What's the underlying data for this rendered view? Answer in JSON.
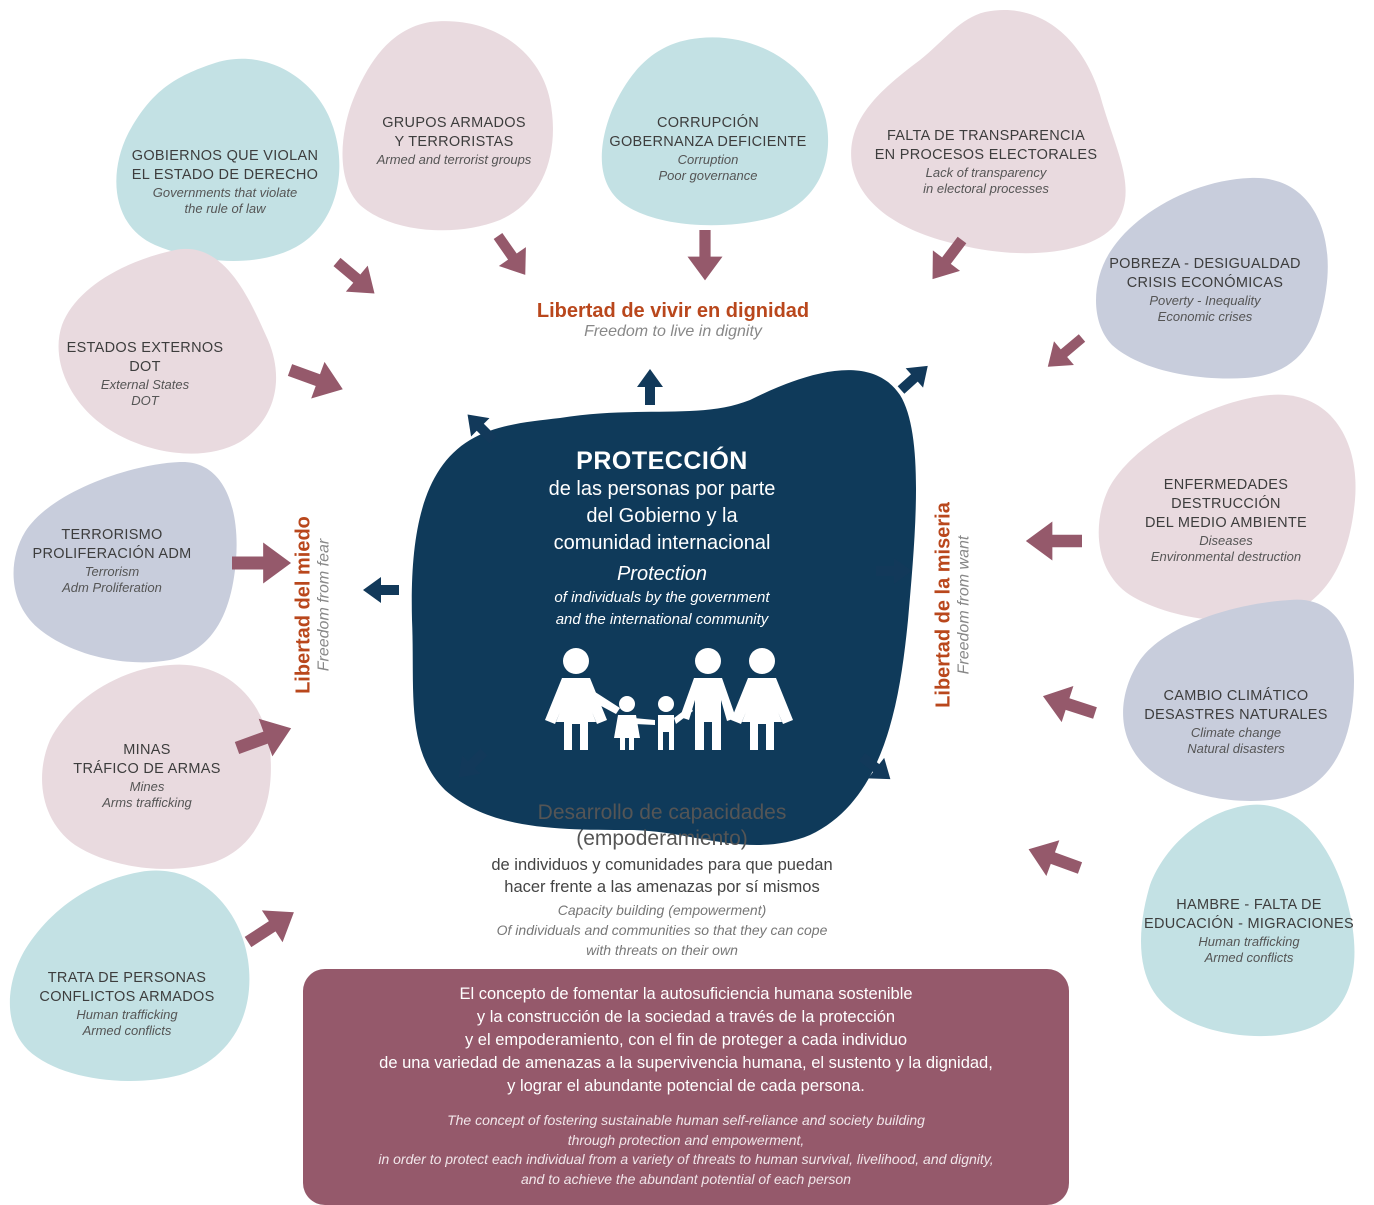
{
  "colors": {
    "teal_blob": "#c3e1e4",
    "pink_blob": "#e9dadf",
    "lavender_blob": "#c8cddc",
    "center_navy": "#0f3a5a",
    "arrow_plum": "#95596b",
    "arrow_navy": "#12395a",
    "accent_orange": "#b9471c"
  },
  "threats": [
    {
      "id": "governments",
      "es": [
        "GOBIERNOS QUE VIOLAN",
        "EL ESTADO DE DERECHO"
      ],
      "en": [
        "Governments that violate",
        "the rule of law"
      ]
    },
    {
      "id": "armed-groups",
      "es": [
        "GRUPOS ARMADOS",
        "Y TERRORISTAS"
      ],
      "en": [
        "Armed and terrorist groups"
      ]
    },
    {
      "id": "corruption",
      "es": [
        "CORRUPCIÓN",
        "GOBERNANZA DEFICIENTE"
      ],
      "en": [
        "Corruption",
        "Poor governance"
      ]
    },
    {
      "id": "transparency",
      "es": [
        "FALTA DE TRANSPARENCIA",
        "EN PROCESOS ELECTORALES"
      ],
      "en": [
        "Lack of transparency",
        "in electoral processes"
      ]
    },
    {
      "id": "poverty",
      "es": [
        "POBREZA - DESIGUALDAD",
        "CRISIS ECONÓMICAS"
      ],
      "en": [
        "Poverty - Inequality",
        "Economic crises"
      ]
    },
    {
      "id": "external-states",
      "es": [
        "ESTADOS EXTERNOS",
        "DOT"
      ],
      "en": [
        "External States",
        "DOT"
      ]
    },
    {
      "id": "diseases",
      "es": [
        "ENFERMEDADES",
        "DESTRUCCIÓN",
        "DEL MEDIO AMBIENTE"
      ],
      "en": [
        "Diseases",
        "Environmental destruction"
      ]
    },
    {
      "id": "terrorism",
      "es": [
        "TERRORISMO",
        "PROLIFERACIÓN ADM"
      ],
      "en": [
        "Terrorism",
        "Adm Proliferation"
      ]
    },
    {
      "id": "climate",
      "es": [
        "CAMBIO CLIMÁTICO",
        "DESASTRES NATURALES"
      ],
      "en": [
        "Climate change",
        "Natural disasters"
      ]
    },
    {
      "id": "mines",
      "es": [
        "MINAS",
        "TRÁFICO DE ARMAS"
      ],
      "en": [
        "Mines",
        "Arms trafficking"
      ]
    },
    {
      "id": "hunger",
      "es": [
        "HAMBRE - FALTA DE",
        "EDUCACIÓN - MIGRACIONES"
      ],
      "en": [
        "Human trafficking",
        "Armed conflicts"
      ]
    },
    {
      "id": "trafficking",
      "es": [
        "TRATA DE PERSONAS",
        "CONFLICTOS ARMADOS"
      ],
      "en": [
        "Human trafficking",
        "Armed conflicts"
      ]
    }
  ],
  "freedoms": {
    "dignity": {
      "title": "Libertad de vivir en dignidad",
      "subtitle": "Freedom to live in dignity"
    },
    "fear": {
      "title": "Libertad del miedo",
      "subtitle": "Freedom from fear"
    },
    "want": {
      "title": "Libertad de la miseria",
      "subtitle": "Freedom from want"
    }
  },
  "center": {
    "title": "PROTECCIÓN",
    "subtitle_lines": [
      "de las personas por parte",
      "del Gobierno y la",
      "comunidad internacional"
    ],
    "en_title": "Protection",
    "en_lines": [
      "of individuals by the government",
      "and the international community"
    ],
    "icon": "family-icon"
  },
  "capacity": {
    "title_lines": [
      "Desarrollo de capacidades",
      "(empoderamiento)"
    ],
    "es_lines": [
      "de individuos y comunidades para que puedan",
      "hacer frente a las amenazas por sí mismos"
    ],
    "en_lines": [
      "Capacity building (empowerment)",
      "Of individuals and communities so that they can cope",
      "with threats on their own"
    ]
  },
  "concept": {
    "es_lines": [
      "El concepto de fomentar la autosuficiencia humana sostenible",
      "y la construcción de la sociedad a través de la protección",
      "y el empoderamiento, con el fin de proteger a cada individuo",
      "de una variedad de amenazas a la supervivencia humana, el sustento y la dignidad,",
      "y lograr el abundante potencial de cada persona."
    ],
    "en_lines": [
      "The concept of fostering sustainable human self-reliance and society building",
      "through protection and empowerment,",
      "in order to protect each individual from a variety of threats to human survival, livelihood, and dignity,",
      "and to achieve the abundant potential of each person"
    ]
  }
}
